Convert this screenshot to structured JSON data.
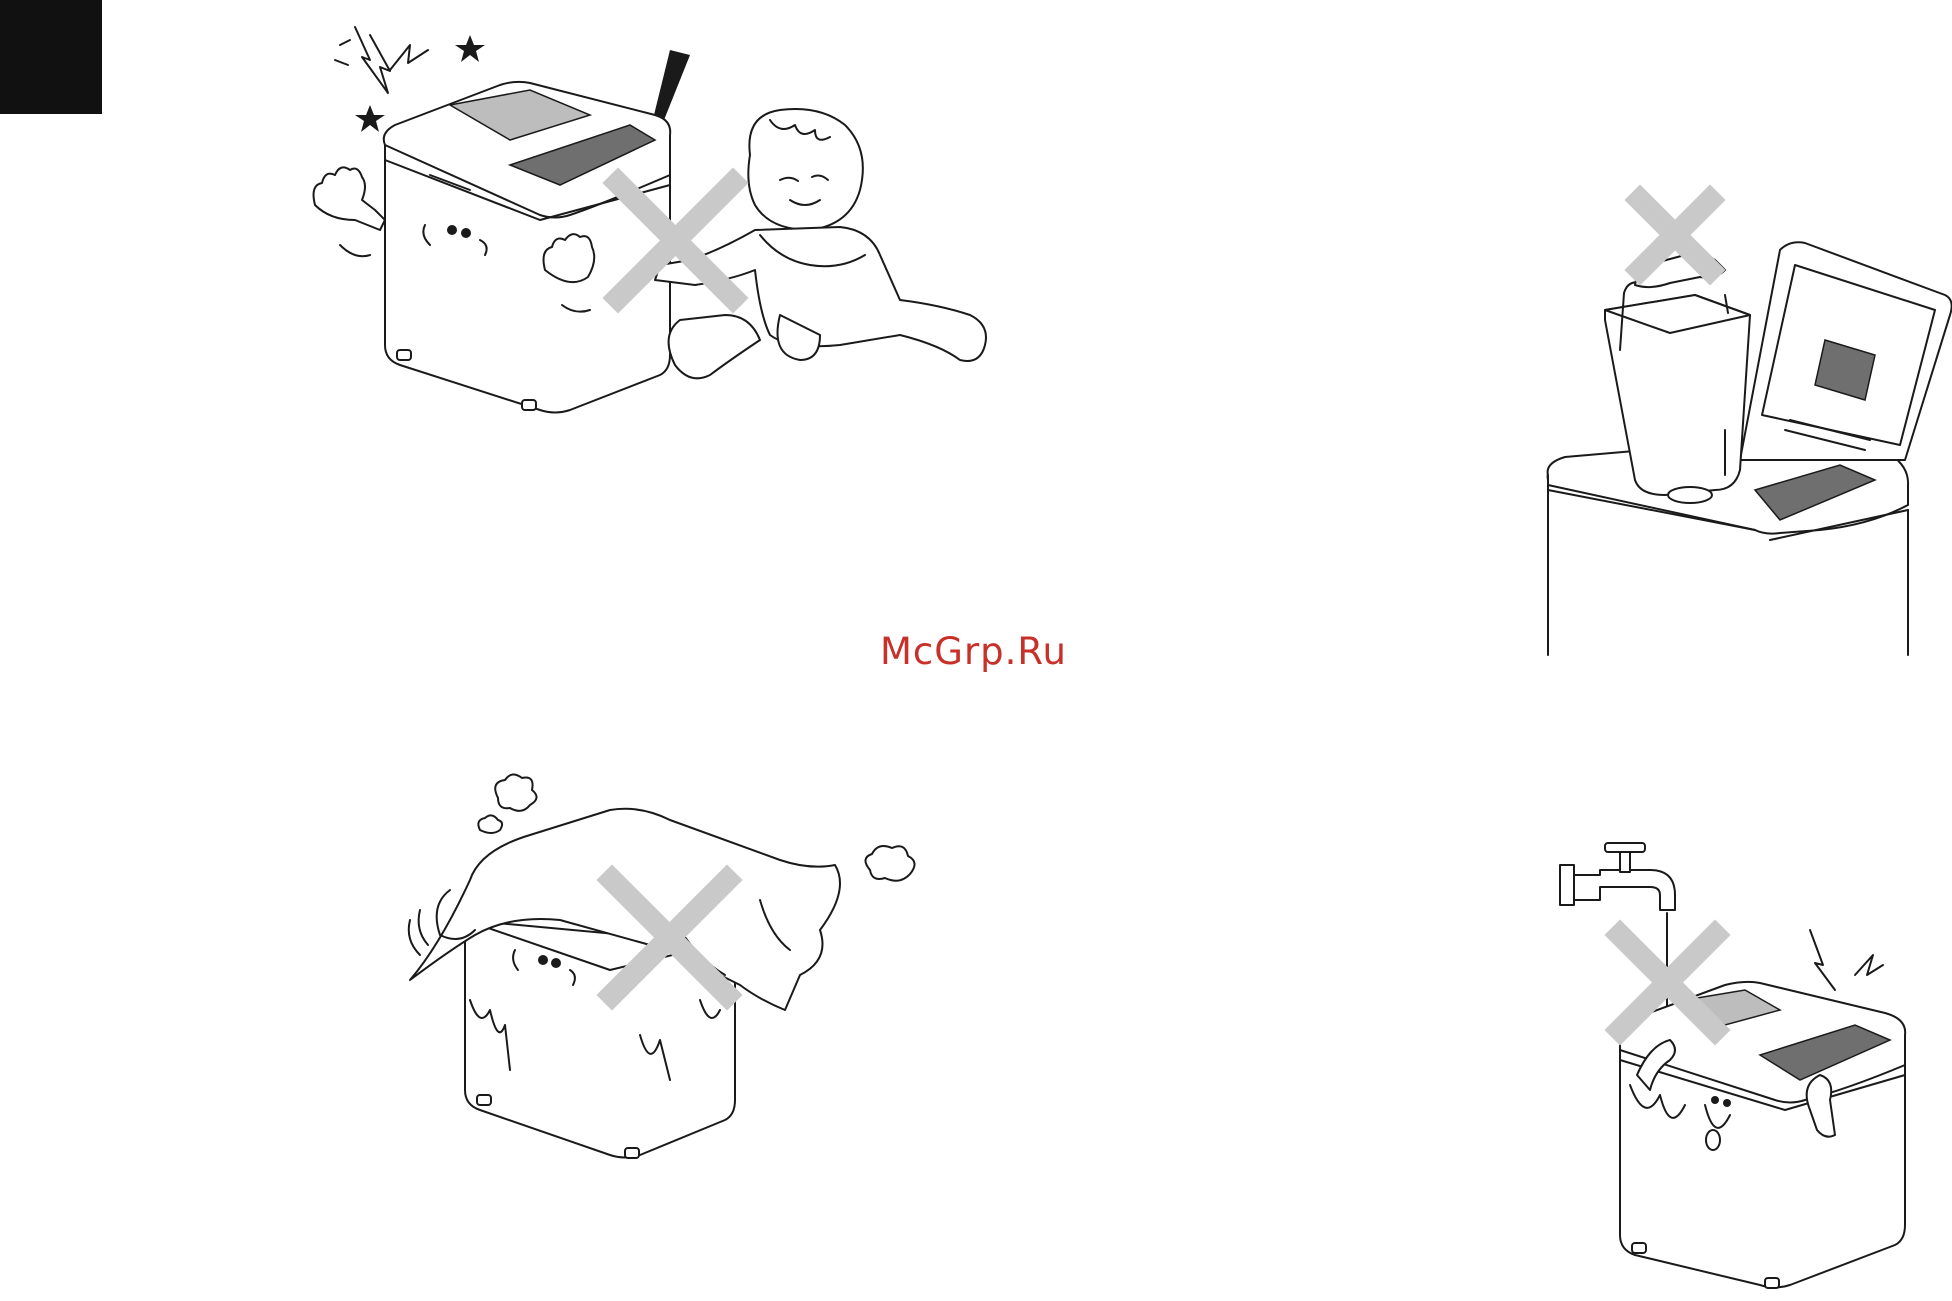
{
  "page": {
    "watermark": "McGrp.Ru"
  },
  "colors": {
    "page_background": "#ffffff",
    "page_tab": "#111111",
    "watermark": "#c8302a",
    "prohibition_cross": "#c9c9c9"
  },
  "illustrations": [
    {
      "id": "child-near-appliance",
      "icons": [
        "bread-maker-icon",
        "baby-icon",
        "exclamation-icon",
        "star-icon",
        "spark-icon",
        "prohibited-cross-icon"
      ]
    },
    {
      "id": "lifting-pan-during-operation",
      "icons": [
        "bread-maker-open-lid-icon",
        "bread-pan-icon",
        "hand-icon",
        "prohibited-cross-icon"
      ]
    },
    {
      "id": "covering-appliance",
      "icons": [
        "bread-maker-icon",
        "cloth-cover-icon",
        "steam-puff-icon",
        "prohibited-cross-icon"
      ]
    },
    {
      "id": "water-on-appliance",
      "icons": [
        "water-tap-icon",
        "bread-maker-icon",
        "spark-icon",
        "prohibited-cross-icon"
      ]
    }
  ]
}
